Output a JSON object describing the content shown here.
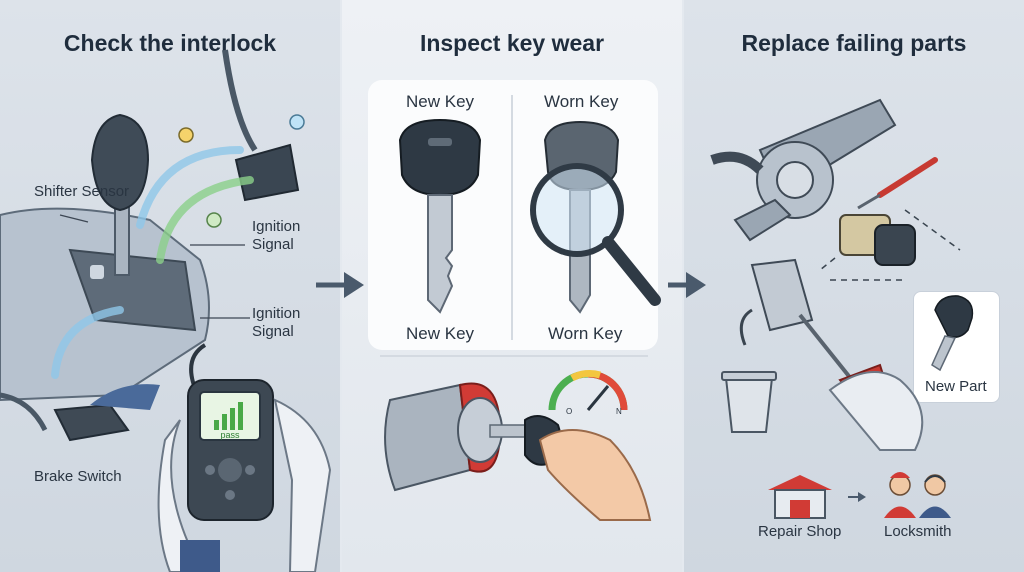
{
  "panels": [
    {
      "title": "Check the interlock"
    },
    {
      "title": "Inspect key wear"
    },
    {
      "title": "Replace failing parts"
    }
  ],
  "interlock": {
    "shifter_sensor": "Shifter Sensor",
    "ignition_signal_top": "Ignition Signal",
    "ignition_signal_bottom": "Ignition Signal",
    "brake_switch": "Brake Switch",
    "scanner_screen": "pass"
  },
  "key_wear": {
    "new_key_top": "New Key",
    "worn_key_top": "Worn Key",
    "new_key_bottom": "New Key",
    "worn_key_bottom": "Worn Key",
    "gauge_left": "O",
    "gauge_right": "N"
  },
  "replace": {
    "new_part": "New Part",
    "repair_shop": "Repair Shop",
    "locksmith": "Locksmith"
  },
  "colors": {
    "dark": "#1f2d3d",
    "arrow": "#4a5a6c",
    "red": "#d0332f",
    "green": "#4caf50",
    "steel": "#9aa6b3"
  }
}
